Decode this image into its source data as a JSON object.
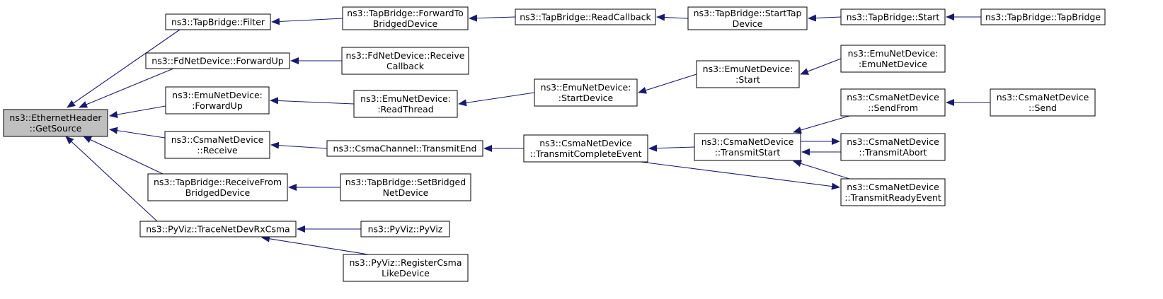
{
  "diagram": {
    "colors": {
      "edge": "#191970",
      "root_fill": "#bfbfbf",
      "node_fill": "#ffffff",
      "node_border": "#000000"
    },
    "nodes": [
      {
        "id": "root",
        "lines": [
          "ns3::EthernetHeader",
          "::GetSource"
        ],
        "root": true
      },
      {
        "id": "tb_filter",
        "lines": [
          "ns3::TapBridge::Filter"
        ]
      },
      {
        "id": "tb_fwd",
        "lines": [
          "ns3::TapBridge::ForwardTo",
          "BridgedDevice"
        ]
      },
      {
        "id": "tb_readcb",
        "lines": [
          "ns3::TapBridge::ReadCallback"
        ]
      },
      {
        "id": "tb_starttap",
        "lines": [
          "ns3::TapBridge::StartTap",
          "Device"
        ]
      },
      {
        "id": "tb_start",
        "lines": [
          "ns3::TapBridge::Start"
        ]
      },
      {
        "id": "tb_ctor",
        "lines": [
          "ns3::TapBridge::TapBridge"
        ]
      },
      {
        "id": "fd_fwdup",
        "lines": [
          "ns3::FdNetDevice::ForwardUp"
        ]
      },
      {
        "id": "fd_recvcb",
        "lines": [
          "ns3::FdNetDevice::Receive",
          "Callback"
        ]
      },
      {
        "id": "emu_fwdup",
        "lines": [
          "ns3::EmuNetDevice:",
          ":ForwardUp"
        ]
      },
      {
        "id": "emu_read",
        "lines": [
          "ns3::EmuNetDevice:",
          ":ReadThread"
        ]
      },
      {
        "id": "emu_startdev",
        "lines": [
          "ns3::EmuNetDevice:",
          ":StartDevice"
        ]
      },
      {
        "id": "emu_start",
        "lines": [
          "ns3::EmuNetDevice:",
          ":Start"
        ]
      },
      {
        "id": "emu_ctor",
        "lines": [
          "ns3::EmuNetDevice:",
          ":EmuNetDevice"
        ]
      },
      {
        "id": "csma_recv",
        "lines": [
          "ns3::CsmaNetDevice",
          "::Receive"
        ]
      },
      {
        "id": "csma_chan",
        "lines": [
          "ns3::CsmaChannel::TransmitEnd"
        ]
      },
      {
        "id": "csma_tce",
        "lines": [
          "ns3::CsmaNetDevice",
          "::TransmitCompleteEvent"
        ]
      },
      {
        "id": "csma_ts",
        "lines": [
          "ns3::CsmaNetDevice",
          "::TransmitStart"
        ]
      },
      {
        "id": "csma_sendfrom",
        "lines": [
          "ns3::CsmaNetDevice",
          "::SendFrom"
        ]
      },
      {
        "id": "csma_send",
        "lines": [
          "ns3::CsmaNetDevice",
          "::Send"
        ]
      },
      {
        "id": "csma_abort",
        "lines": [
          "ns3::CsmaNetDevice",
          "::TransmitAbort"
        ]
      },
      {
        "id": "csma_ready",
        "lines": [
          "ns3::CsmaNetDevice",
          "::TransmitReadyEvent"
        ]
      },
      {
        "id": "tb_recvfrom",
        "lines": [
          "ns3::TapBridge::ReceiveFrom",
          "BridgedDevice"
        ]
      },
      {
        "id": "tb_setbridged",
        "lines": [
          "ns3::TapBridge::SetBridged",
          "NetDevice"
        ]
      },
      {
        "id": "py_trace",
        "lines": [
          "ns3::PyViz::TraceNetDevRxCsma"
        ]
      },
      {
        "id": "py_ctor",
        "lines": [
          "ns3::PyViz::PyViz"
        ]
      },
      {
        "id": "py_reg",
        "lines": [
          "ns3::PyViz::RegisterCsma",
          "LikeDevice"
        ]
      }
    ],
    "edges": [
      [
        "tb_filter",
        "root"
      ],
      [
        "fd_fwdup",
        "root"
      ],
      [
        "emu_fwdup",
        "root"
      ],
      [
        "csma_recv",
        "root"
      ],
      [
        "tb_recvfrom",
        "root"
      ],
      [
        "py_trace",
        "root"
      ],
      [
        "tb_fwd",
        "tb_filter"
      ],
      [
        "tb_readcb",
        "tb_fwd"
      ],
      [
        "tb_starttap",
        "tb_readcb"
      ],
      [
        "tb_start",
        "tb_starttap"
      ],
      [
        "tb_ctor",
        "tb_start"
      ],
      [
        "fd_recvcb",
        "fd_fwdup"
      ],
      [
        "emu_read",
        "emu_fwdup"
      ],
      [
        "emu_startdev",
        "emu_read"
      ],
      [
        "emu_start",
        "emu_startdev"
      ],
      [
        "emu_ctor",
        "emu_start"
      ],
      [
        "csma_chan",
        "csma_recv"
      ],
      [
        "csma_tce",
        "csma_chan"
      ],
      [
        "csma_ts",
        "csma_tce"
      ],
      [
        "csma_sendfrom",
        "csma_ts"
      ],
      [
        "csma_send",
        "csma_sendfrom"
      ],
      [
        "csma_abort",
        "csma_ts"
      ],
      [
        "csma_ts",
        "csma_abort"
      ],
      [
        "csma_ready",
        "csma_ts"
      ],
      [
        "csma_tce",
        "csma_ready"
      ],
      [
        "tb_setbridged",
        "tb_recvfrom"
      ],
      [
        "py_ctor",
        "py_trace"
      ],
      [
        "py_reg",
        "py_trace"
      ]
    ]
  }
}
